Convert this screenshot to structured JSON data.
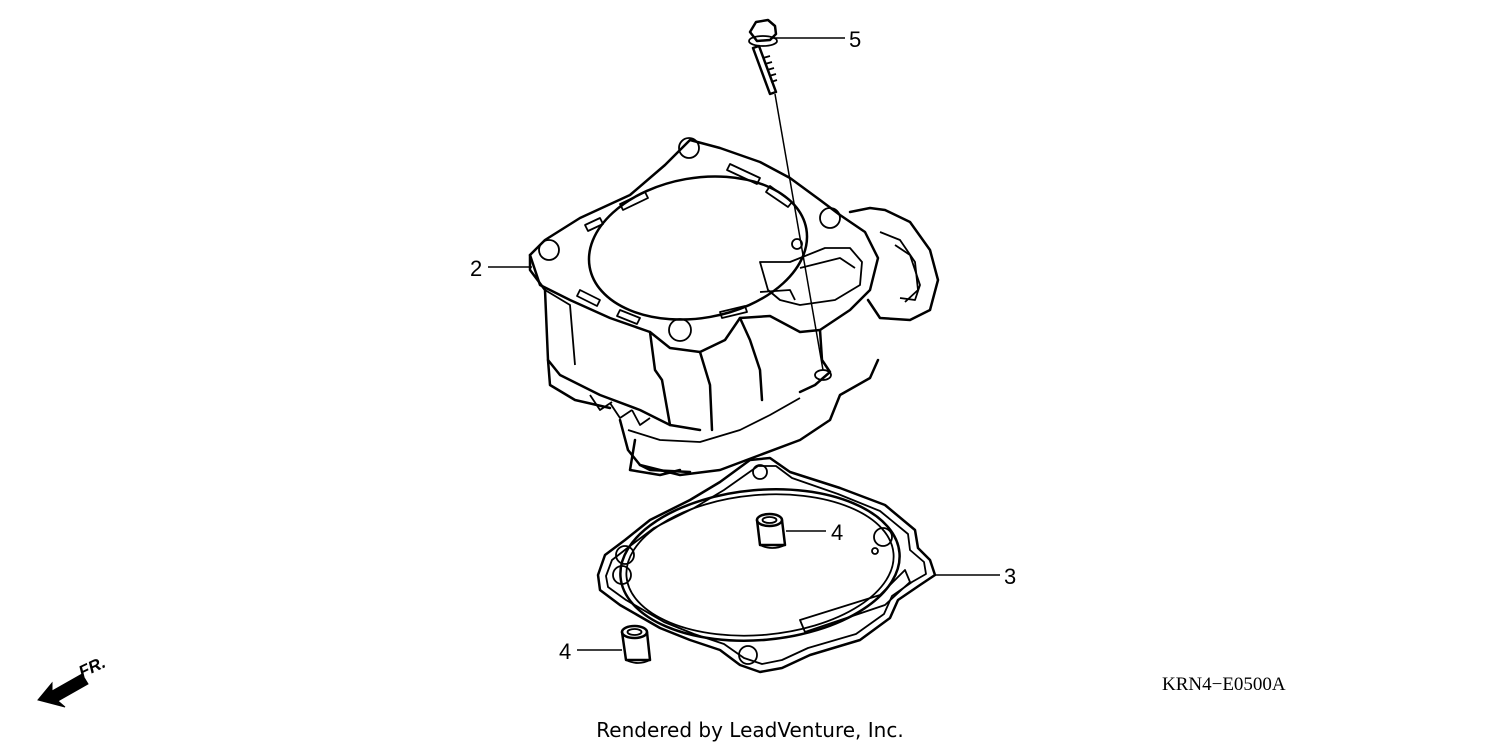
{
  "diagram": {
    "callouts": {
      "cylinder": "2",
      "gasket": "3",
      "dowel_upper": "4",
      "dowel_lower": "4",
      "bolt": "5"
    },
    "direction_label": "FR.",
    "diagram_code": "KRN4−E0500A",
    "footer": "Rendered by LeadVenture, Inc."
  }
}
